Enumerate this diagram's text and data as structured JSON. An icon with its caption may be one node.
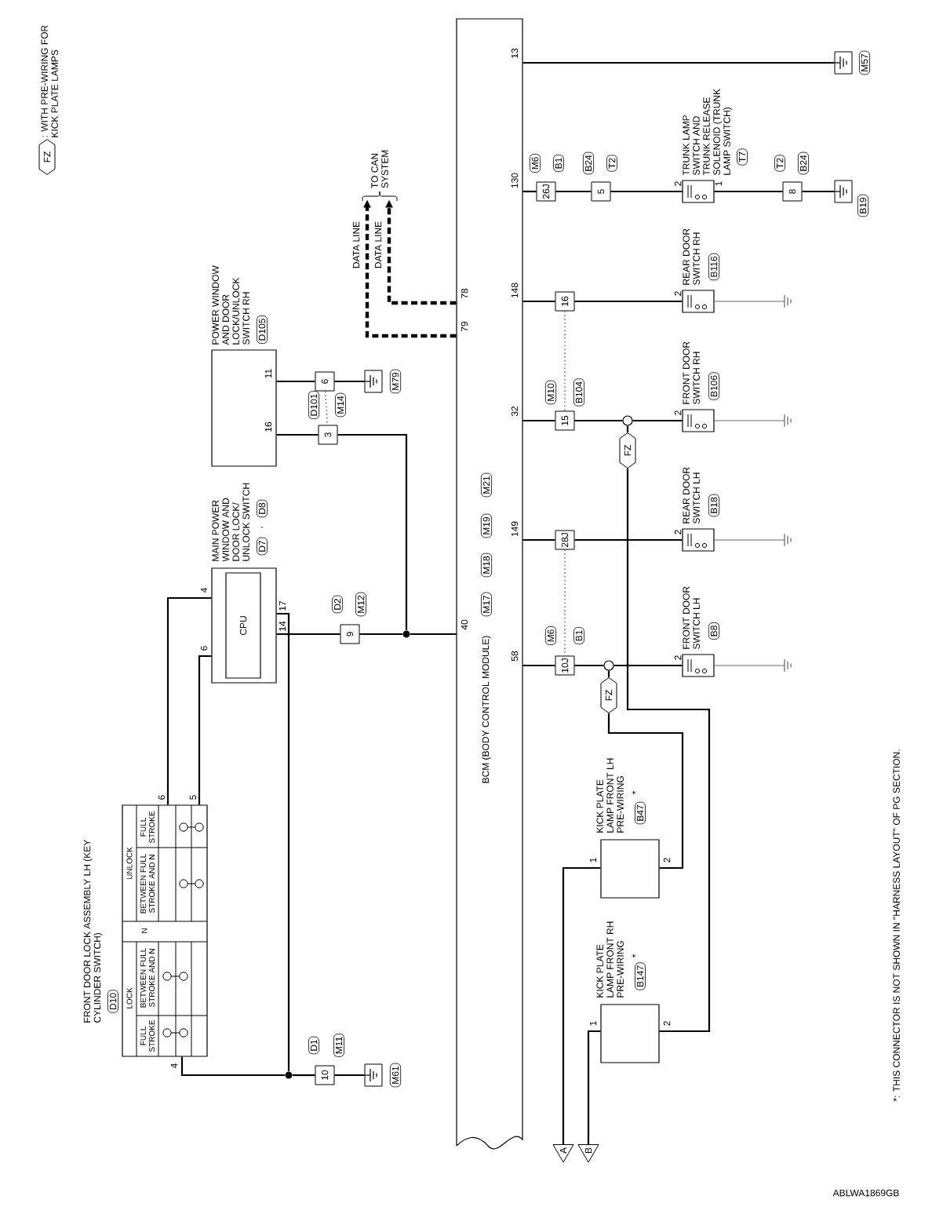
{
  "diagram": {
    "nodes": [
      {
        "text": [
          "BCM (BODY CONTROL MODULE)",
          "M17",
          "M18",
          "M19",
          "M21"
        ]
      },
      {
        "text": [
          "POWER WINDOW AND DOOR LOCK/UNLOCK SWITCH RH",
          "D105"
        ]
      },
      {
        "text": [
          "MAIN POWER WINDOW AND DOOR LOCK/ UNLOCK SWITCH",
          "D7",
          ",",
          "D8"
        ]
      },
      {
        "text": [
          "CPU"
        ],
        "in": 2
      },
      {
        "text": [
          "FRONT DOOR LOCK ASSEMBLY LH (KEY CYLINDER SWITCH)",
          "D10"
        ]
      },
      {
        "text": [
          "TO CAN SYSTEM"
        ]
      },
      {
        "text": [
          "TRUNK LAMP SWITCH AND TRUNK RELEASE SOLENOID (TRUNK LAMP SWITCH)",
          "T7"
        ]
      },
      {
        "text": [
          "REAR DOOR SWITCH RH",
          "B116"
        ]
      },
      {
        "text": [
          "FRONT DOOR SWITCH RH",
          "B106"
        ]
      },
      {
        "text": [
          "REAR DOOR SWITCH LH",
          "B18"
        ]
      },
      {
        "text": [
          "FRONT DOOR SWITCH LH",
          "B8"
        ]
      },
      {
        "text": [
          "KICK PLATE LAMP FRONT LH PRE-WIRING",
          "B47",
          "*"
        ]
      },
      {
        "text": [
          "KICK PLATE LAMP FRONT RH PRE-WIRING",
          "B147",
          "*"
        ]
      },
      {
        "text": [
          "9",
          "D2",
          "M12"
        ]
      },
      {
        "text": [
          "3",
          "D101",
          "M14"
        ]
      },
      {
        "text": [
          "6"
        ]
      },
      {
        "text": [
          "10",
          "D1",
          "M11"
        ]
      },
      {
        "text": [
          "26J",
          "M6",
          "B1"
        ]
      },
      {
        "text": [
          "5",
          "B24",
          "T2"
        ]
      },
      {
        "text": [
          "8",
          "T2",
          "B24"
        ]
      },
      {
        "text": [
          "16"
        ]
      },
      {
        "text": [
          "15",
          "M10",
          "B104"
        ]
      },
      {
        "text": [
          "28J"
        ]
      },
      {
        "text": [
          "10J",
          "M6",
          "B1"
        ]
      },
      {
        "text": [
          "M57"
        ]
      },
      {
        "text": [
          "B19"
        ]
      },
      {
        "text": [
          "M79"
        ]
      },
      {
        "text": [
          "M61"
        ]
      },
      {
        "text": [],
        "shape": "ground"
      },
      {
        "text": [],
        "shape": "ground"
      },
      {
        "text": [],
        "shape": "ground"
      },
      {
        "text": [],
        "shape": "ground"
      },
      {
        "text": [],
        "shape": "dot"
      },
      {
        "text": [],
        "shape": "dot"
      },
      {
        "text": [],
        "shape": "circle"
      },
      {
        "text": [],
        "shape": "circle"
      },
      {
        "text": [
          "FZ"
        ]
      },
      {
        "text": [
          "FZ"
        ]
      },
      {
        "text": [
          "A"
        ]
      },
      {
        "text": [
          "B"
        ]
      }
    ],
    "edges": [
      {
        "from": 0,
        "to": 5,
        "arrow": "to",
        "style": "dashed",
        "label": "DATA LINE"
      },
      {
        "from": 0,
        "to": 5,
        "arrow": "to",
        "style": "dashed",
        "label": "DATA LINE"
      },
      {
        "from": 0,
        "to": 32,
        "arrow": "none"
      },
      {
        "from": 32,
        "to": 13,
        "arrow": "none"
      },
      {
        "from": 13,
        "to": 2,
        "arrow": "none"
      },
      {
        "from": 32,
        "to": 14,
        "arrow": "none"
      },
      {
        "from": 14,
        "to": 1,
        "arrow": "none"
      },
      {
        "from": 1,
        "to": 15,
        "arrow": "none"
      },
      {
        "from": 15,
        "to": 26,
        "arrow": "none"
      },
      {
        "from": 2,
        "to": 33,
        "arrow": "none"
      },
      {
        "from": 4,
        "to": 33,
        "arrow": "none"
      },
      {
        "from": 33,
        "to": 16,
        "arrow": "none"
      },
      {
        "from": 16,
        "to": 27,
        "arrow": "none"
      },
      {
        "from": 2,
        "to": 4,
        "arrow": "none"
      },
      {
        "from": 2,
        "to": 4,
        "arrow": "none"
      },
      {
        "from": 0,
        "to": 24,
        "arrow": "none"
      },
      {
        "from": 0,
        "to": 17,
        "arrow": "none"
      },
      {
        "from": 17,
        "to": 18,
        "arrow": "none"
      },
      {
        "from": 18,
        "to": 6,
        "arrow": "none"
      },
      {
        "from": 6,
        "to": 19,
        "arrow": "none"
      },
      {
        "from": 19,
        "to": 25,
        "arrow": "none"
      },
      {
        "from": 0,
        "to": 20,
        "arrow": "none"
      },
      {
        "from": 20,
        "to": 7,
        "arrow": "none"
      },
      {
        "from": 7,
        "to": 28,
        "arrow": "none",
        "color": "#666666"
      },
      {
        "from": 0,
        "to": 21,
        "arrow": "none"
      },
      {
        "from": 21,
        "to": 34,
        "arrow": "none"
      },
      {
        "from": 34,
        "to": 8,
        "arrow": "none"
      },
      {
        "from": 8,
        "to": 29,
        "arrow": "none",
        "color": "#666666"
      },
      {
        "from": 0,
        "to": 22,
        "arrow": "none"
      },
      {
        "from": 22,
        "to": 9,
        "arrow": "none"
      },
      {
        "from": 9,
        "to": 30,
        "arrow": "none",
        "color": "#666666"
      },
      {
        "from": 0,
        "to": 23,
        "arrow": "none"
      },
      {
        "from": 23,
        "to": 35,
        "arrow": "none"
      },
      {
        "from": 35,
        "to": 10,
        "arrow": "none"
      },
      {
        "from": 10,
        "to": 31,
        "arrow": "none",
        "color": "#666666"
      },
      {
        "from": 34,
        "to": 36,
        "arrow": "none"
      },
      {
        "from": 36,
        "to": 12,
        "arrow": "none"
      },
      {
        "from": 35,
        "to": 37,
        "arrow": "none"
      },
      {
        "from": 37,
        "to": 11,
        "arrow": "none"
      },
      {
        "from": 11,
        "to": 38,
        "arrow": "none"
      },
      {
        "from": 12,
        "to": 39,
        "arrow": "none"
      },
      {
        "from": 15,
        "to": 14,
        "arrow": "none",
        "style": "dashed",
        "color": "#444444"
      },
      {
        "from": 20,
        "to": 21,
        "arrow": "none",
        "style": "dashed",
        "color": "#444444"
      },
      {
        "from": 22,
        "to": 23,
        "arrow": "none",
        "style": "dashed",
        "color": "#444444"
      }
    ],
    "labels": [
      "FZ",
      ": WITH PRE-WIRING FOR KICK PLATE LAMPS",
      "11",
      "16",
      "4",
      "6",
      "17",
      "14",
      "78",
      "79",
      "40",
      "13",
      "130",
      "148",
      "32",
      "149",
      "58",
      "2",
      "1",
      "2",
      "2",
      "2",
      "2",
      "1",
      "2",
      "1",
      "2",
      "6",
      "5",
      "4",
      "LOCK",
      "N",
      "UNLOCK",
      "FULL STROKE",
      "BETWEEN FULL STROKE AND N",
      "BETWEEN FULL STROKE AND N",
      "FULL STROKE",
      "*: THIS CONNECTOR IS NOT SHOWN IN \"HARNESS LAYOUT\" OF PG SECTION.",
      "ABLWA1869GB"
    ]
  }
}
